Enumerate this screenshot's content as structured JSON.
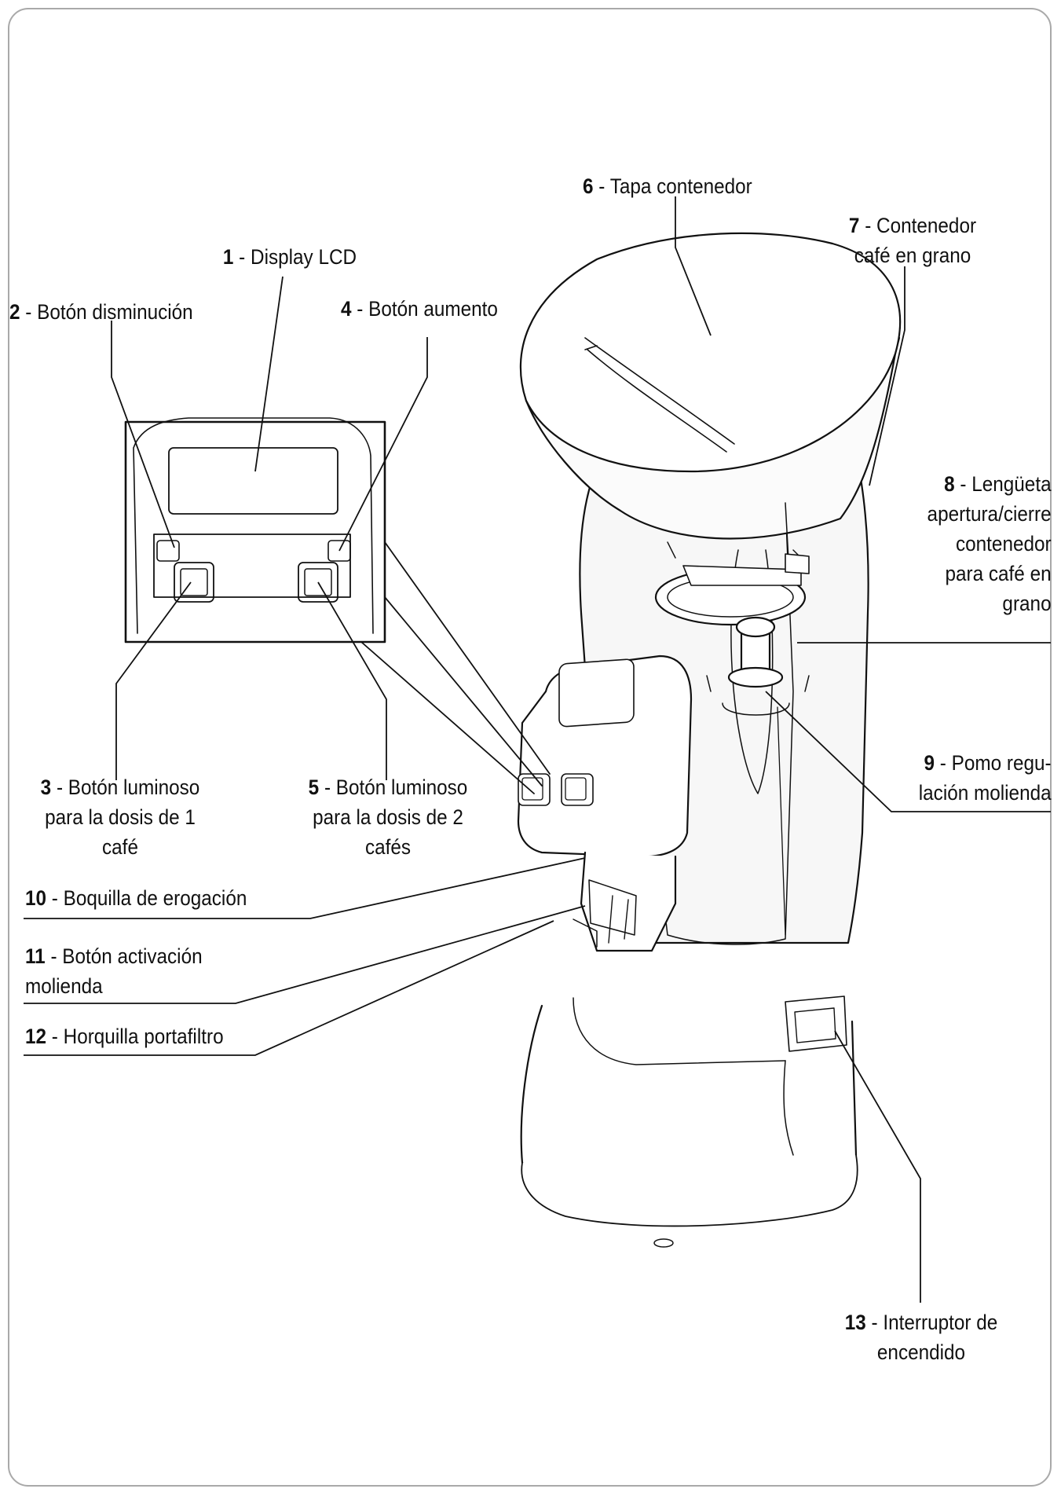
{
  "colors": {
    "line": "#111111",
    "frame": "#a9a9a9",
    "body_shade": "#f2f2f2"
  },
  "callouts": [
    {
      "num": "1",
      "lines": [
        "Display LCD"
      ]
    },
    {
      "num": "2",
      "lines": [
        "Botón disminución"
      ]
    },
    {
      "num": "3",
      "lines": [
        "Botón luminoso",
        "para la dosis de 1",
        "café"
      ]
    },
    {
      "num": "4",
      "lines": [
        "Botón aumento"
      ]
    },
    {
      "num": "5",
      "lines": [
        "Botón luminoso",
        "para la dosis de 2",
        "cafés"
      ]
    },
    {
      "num": "6",
      "lines": [
        "Tapa contenedor"
      ]
    },
    {
      "num": "7",
      "lines": [
        "Contenedor",
        "café en grano"
      ]
    },
    {
      "num": "8",
      "lines": [
        "Lengüeta",
        "apertura/cierre",
        "contenedor",
        "para café en",
        "grano"
      ]
    },
    {
      "num": "9",
      "lines": [
        "Pomo regu-",
        "lación molienda"
      ]
    },
    {
      "num": "10",
      "lines": [
        "Boquilla de erogación"
      ]
    },
    {
      "num": "11",
      "lines": [
        "Botón activación",
        "molienda"
      ]
    },
    {
      "num": "12",
      "lines": [
        "Horquilla portafiltro"
      ]
    },
    {
      "num": "13",
      "lines": [
        "Interruptor de",
        "encendido"
      ]
    }
  ]
}
